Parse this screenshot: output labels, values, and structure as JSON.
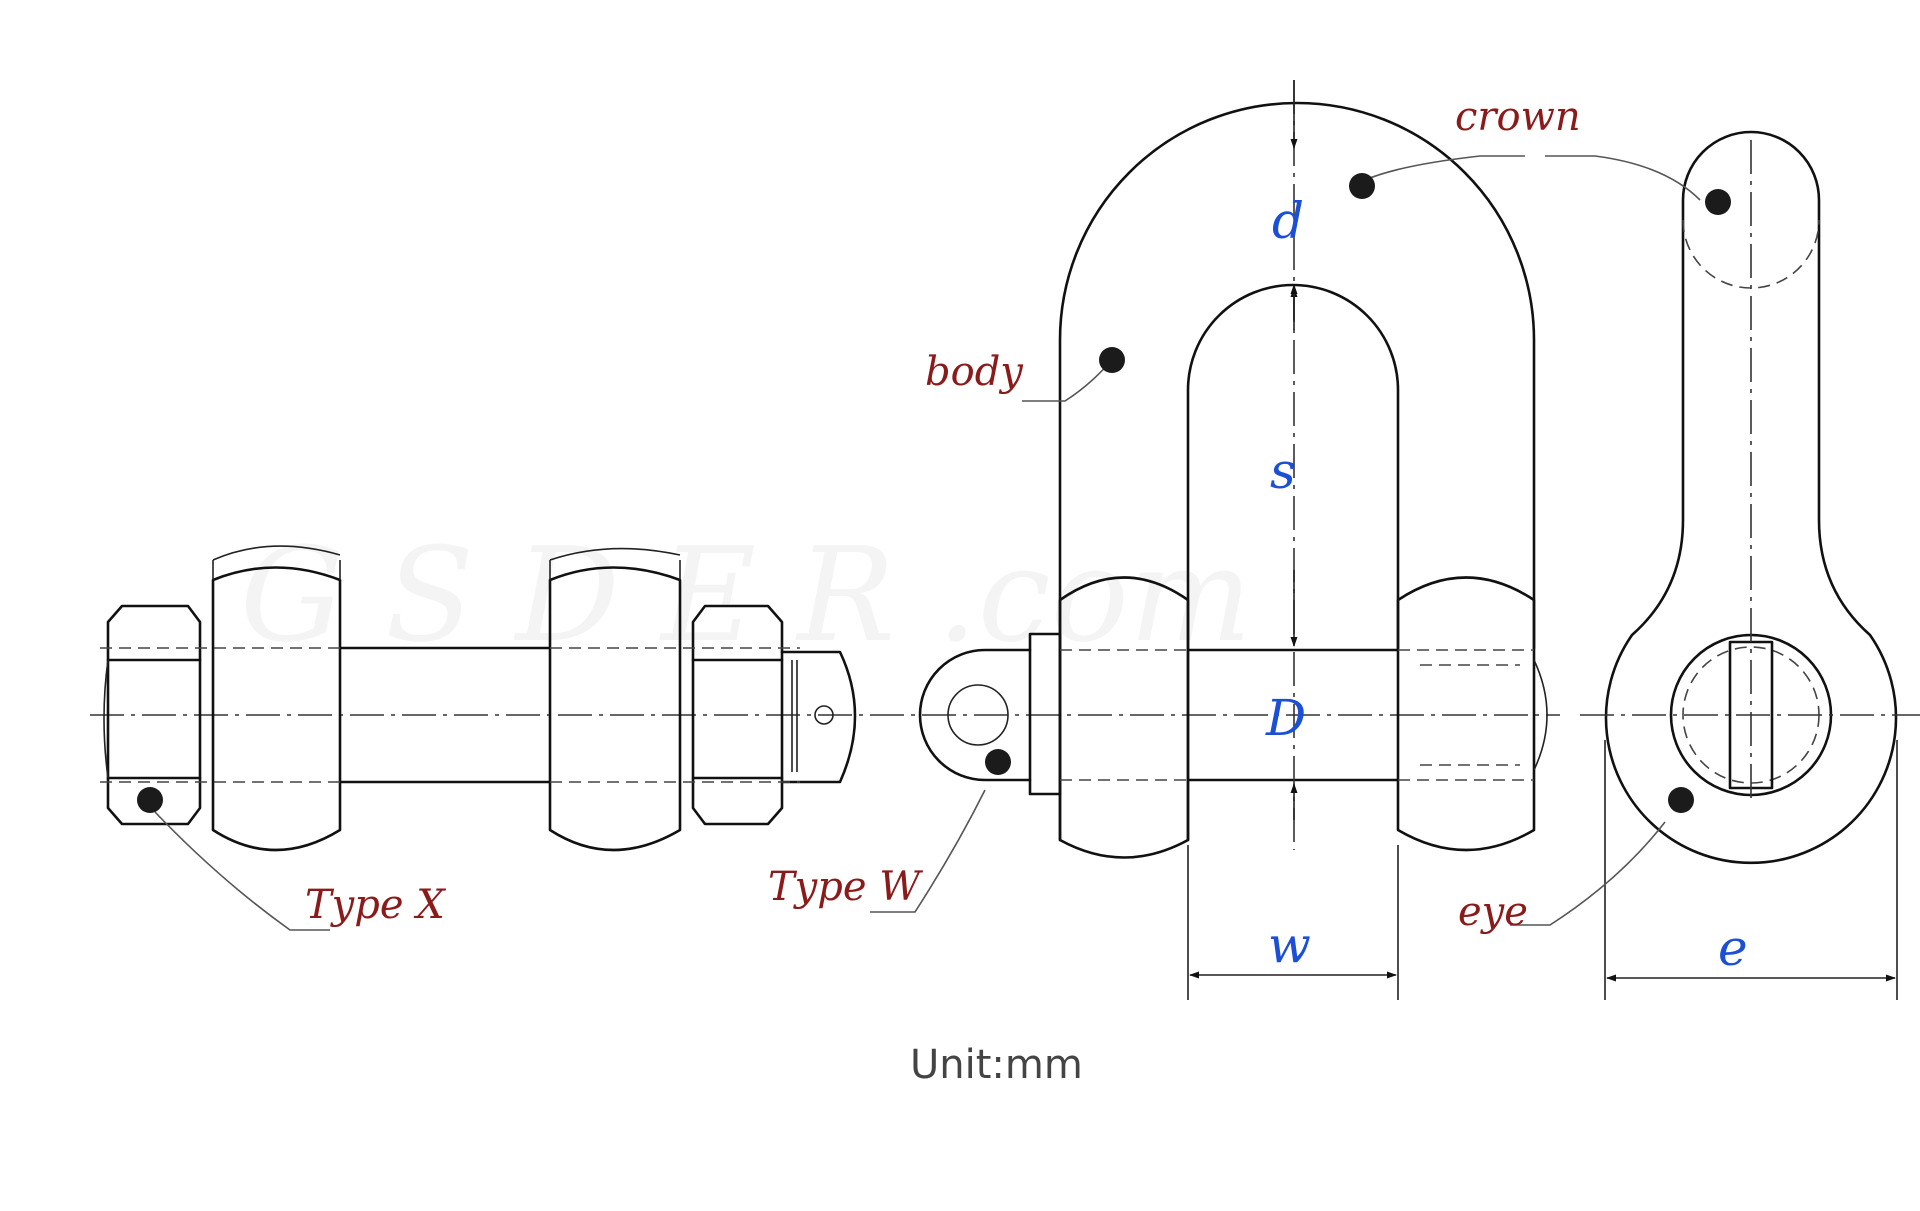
{
  "labels": {
    "crown": "crown",
    "body": "body",
    "type_x": "Type X",
    "type_w": "Type W",
    "eye": "eye"
  },
  "dimensions": {
    "d": "d",
    "s": "s",
    "D": "D",
    "w": "w",
    "e": "e"
  },
  "unit": "Unit:mm",
  "colors": {
    "part_label": "#8b1a1a",
    "dimension_label": "#1a4fd6",
    "line": "#111111"
  }
}
